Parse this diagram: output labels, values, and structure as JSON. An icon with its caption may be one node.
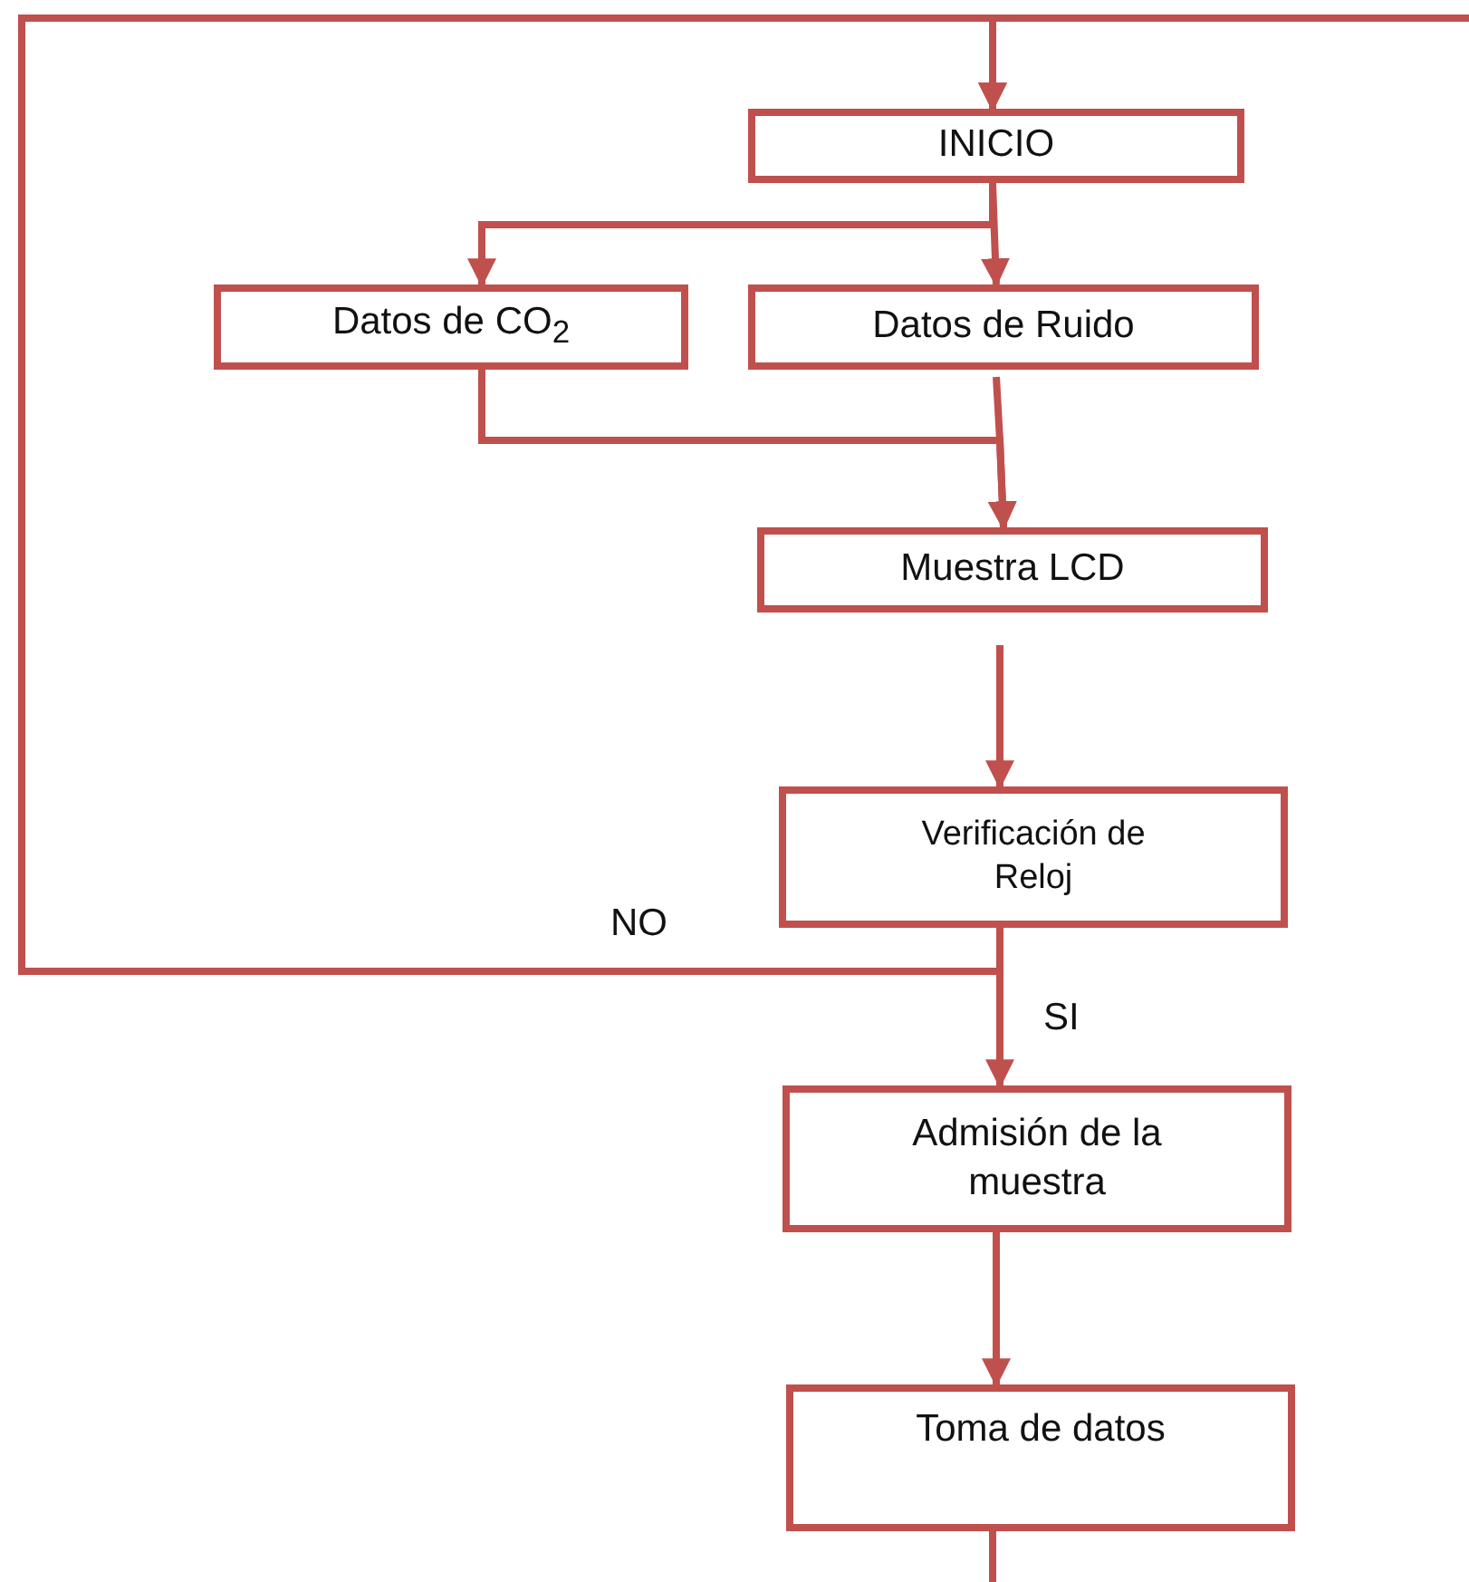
{
  "diagram": {
    "nodes": [
      {
        "text": [
          "INICIO"
        ]
      },
      {
        "text": [
          "Datos de CO$_{2}$"
        ]
      },
      {
        "text": [
          "Datos de Ruido"
        ]
      },
      {
        "text": [
          "Muestra LCD"
        ]
      },
      {
        "text": [
          "Verificación de Reloj"
        ]
      },
      {
        "text": [
          "Admisión de la muestra"
        ]
      },
      {
        "text": [
          "Toma de datos"
        ]
      }
    ],
    "edges": [
      {
        "from": 0,
        "to": 1,
        "arrow": "to"
      },
      {
        "from": 0,
        "to": 2,
        "arrow": "to"
      },
      {
        "from": 1,
        "to": 3,
        "arrow": "to"
      },
      {
        "from": 2,
        "to": 3,
        "arrow": "to"
      },
      {
        "from": 3,
        "to": 4,
        "arrow": "to"
      },
      {
        "from": 4,
        "to": 0,
        "arrow": "to",
        "label": "NO"
      },
      {
        "from": 4,
        "to": 5,
        "arrow": "to",
        "label": "SI"
      },
      {
        "from": 5,
        "to": 6,
        "arrow": "to"
      },
      {
        "from": 6,
        "to": null,
        "arrow": "none"
      },
      {
        "from": null,
        "to": 0,
        "arrow": "to"
      }
    ]
  }
}
